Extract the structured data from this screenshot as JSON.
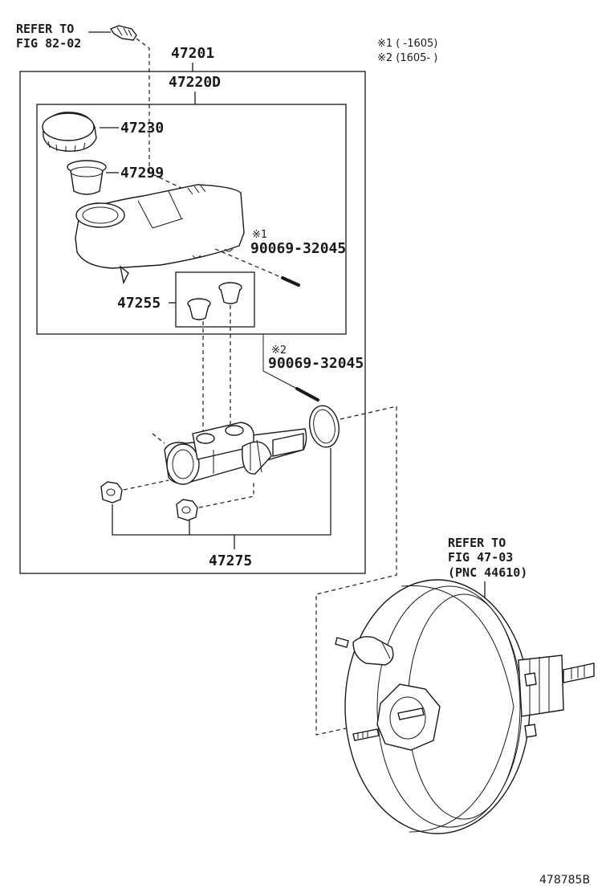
{
  "notes": {
    "note1": "※1 (      -1605)",
    "note2": "※2 (1605-      )"
  },
  "references": {
    "top_left": [
      "REFER TO",
      "FIG 82-02"
    ],
    "booster": [
      "REFER TO",
      "FIG 47-03",
      "(PNC 44610)"
    ]
  },
  "parts": {
    "assembly": "47201",
    "reservoir_sub_assembly": "47220D",
    "cap": "47230",
    "strainer": "47299",
    "grommets": "47255",
    "pin_1_marker": "※1",
    "pin_1": "90069-32045",
    "pin_2_marker": "※2",
    "pin_2": "90069-32045",
    "cylinder_kit": "47275"
  },
  "figure_id": "478785B"
}
